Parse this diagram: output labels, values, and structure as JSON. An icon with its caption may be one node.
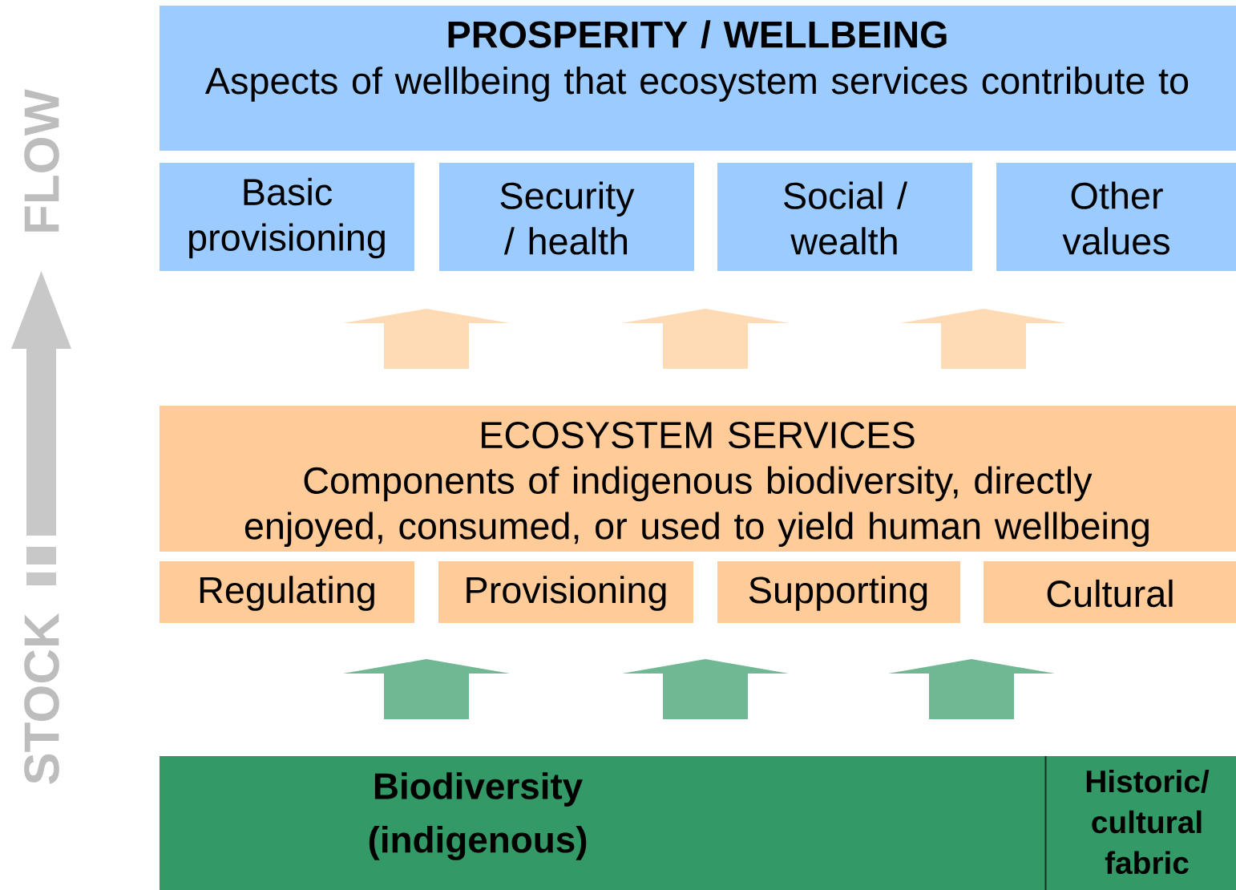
{
  "diagram": {
    "nodes": [
      {
        "text": [
          "PROSPERITY / WELLBEING",
          "Aspects of wellbeing that ecosystem services contribute to"
        ]
      },
      {
        "text": [
          "Basic provisioning"
        ]
      },
      {
        "text": [
          "Security / health"
        ]
      },
      {
        "text": [
          "Social / wealth"
        ]
      },
      {
        "text": [
          "Other values"
        ]
      },
      {
        "text": [
          "ECOSYSTEM SERVICES",
          "Components of indigenous biodiversity, directly enjoyed, consumed, or used to yield human wellbeing"
        ]
      },
      {
        "text": [
          "Regulating"
        ]
      },
      {
        "text": [
          "Provisioning"
        ]
      },
      {
        "text": [
          "Supporting"
        ]
      },
      {
        "text": [
          "Cultural"
        ]
      },
      {
        "text": [
          "Biodiversity (indigenous)"
        ]
      },
      {
        "text": [
          "Historic/ cultural fabric"
        ]
      }
    ],
    "labels": [
      "STOCK",
      "FLOW"
    ]
  }
}
